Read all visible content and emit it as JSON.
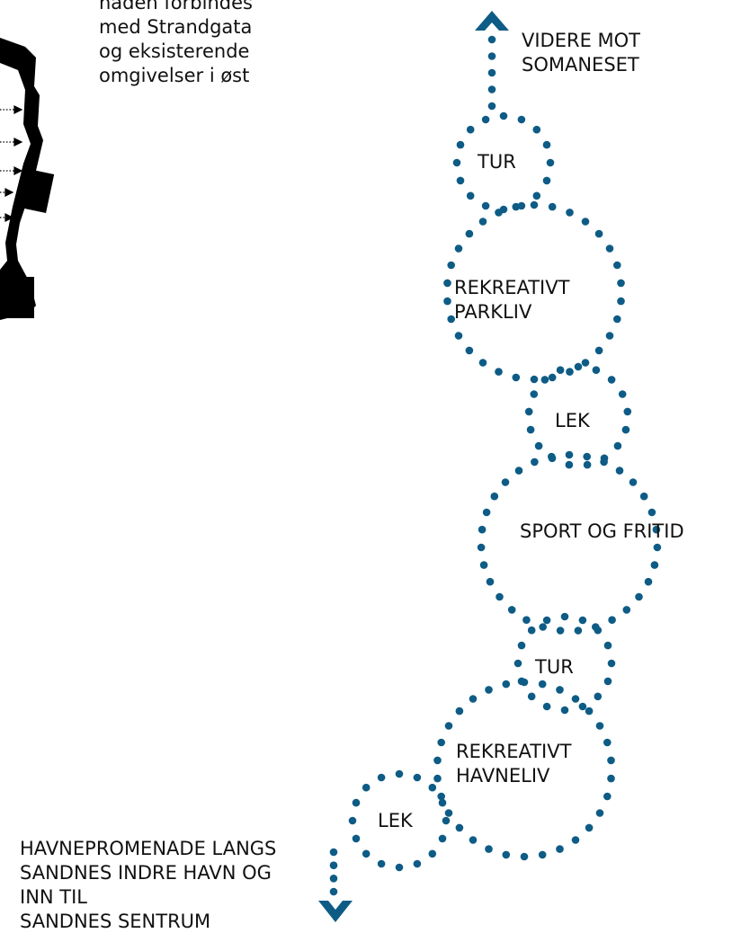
{
  "colors": {
    "route": "#0e5c86",
    "text": "#111111",
    "map": "#000000"
  },
  "intro": {
    "line1": "naden forbindes",
    "line2": "med Strandgata",
    "line3": "og eksisterende",
    "line4": "omgivelser i øst"
  },
  "top_label": {
    "line1": "VIDERE MOT",
    "line2": "SOMANESET"
  },
  "bottom_label": {
    "line1": "HAVNEPROMENADE LANGS",
    "line2": "SANDNES INDRE HAVN OG",
    "line3": "INN TIL",
    "line4": "SANDNES SENTRUM"
  },
  "stops": [
    {
      "id": "tur-1",
      "line1": "TUR",
      "line2": ""
    },
    {
      "id": "parkliv",
      "line1": "REKREATIVT",
      "line2": "PARKLIV"
    },
    {
      "id": "lek-1",
      "line1": "LEK",
      "line2": ""
    },
    {
      "id": "sport",
      "line1": "SPORT OG FRITID",
      "line2": ""
    },
    {
      "id": "tur-2",
      "line1": "TUR",
      "line2": ""
    },
    {
      "id": "havneliv",
      "line1": "REKREATIVT",
      "line2": "HAVNELIV"
    },
    {
      "id": "lek-2",
      "line1": "LEK",
      "line2": ""
    }
  ],
  "icons": {
    "top": "chevron-up-icon",
    "bottom": "chevron-down-icon",
    "map_arrows": "arrow-right-icon"
  }
}
